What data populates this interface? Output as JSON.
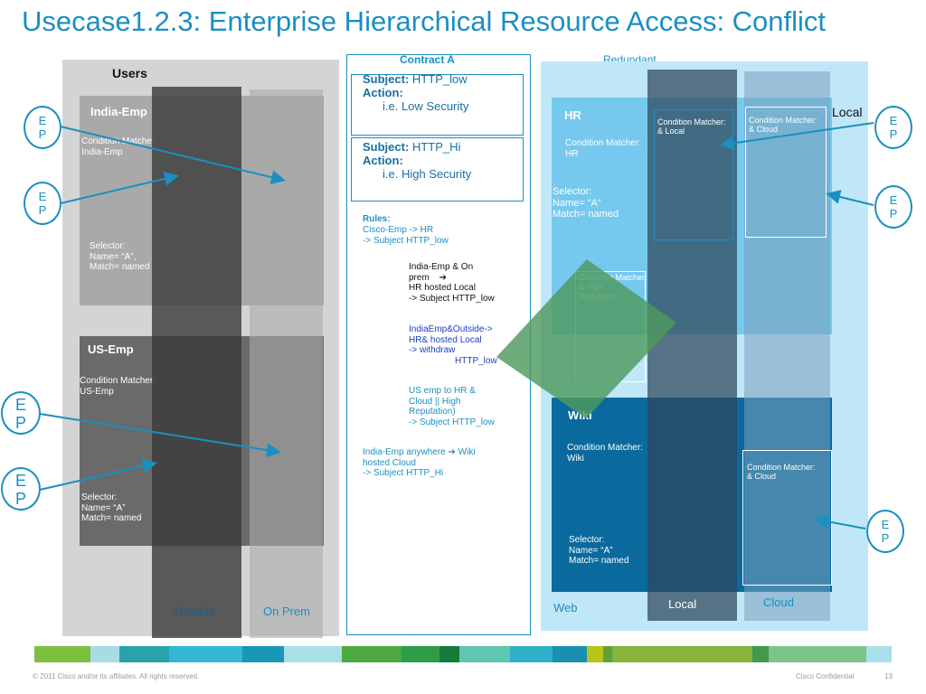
{
  "title": "Usecase1.2.3: Enterprise Hierarchical Resource Access: Conflict",
  "users": {
    "heading": "Users",
    "india": {
      "label": "India-Emp",
      "cond": [
        "Condition Matcher:",
        "India-Emp"
      ],
      "selector": [
        "Selector:",
        "Name= “A”,",
        "Match= named"
      ]
    },
    "us": {
      "label": "US-Emp",
      "cond": [
        "Condition Matcher:",
        "US-Emp"
      ],
      "selector": [
        "Selector:",
        "Name= “A”",
        "Match= named"
      ]
    },
    "outside": "Outside",
    "onprem": "On Prem"
  },
  "contract": {
    "title": "Contract A",
    "subj1": {
      "subject_label": "Subject:",
      "subject_value": "HTTP_low",
      "action_label": "Action:",
      "desc": "i.e. Low Security"
    },
    "subj2": {
      "subject_label": "Subject:",
      "subject_value": "HTTP_Hi",
      "action_label": "Action:",
      "desc": "i.e. High Security"
    },
    "rules_label": "Rules:",
    "rule1": [
      "Cisco-Emp -> HR",
      "-> Subject HTTP_low"
    ],
    "rule2": [
      "India-Emp &  On",
      "prem",
      "HR  hosted Local",
      "-> Subject HTTP_low"
    ],
    "rule3": [
      "IndiaEmp&Outside->",
      "HR&   hosted Local",
      " -> withdraw",
      "HTTP_low"
    ],
    "rule4": [
      "US emp to HR &",
      "Cloud || High",
      "Reputation)",
      "-> Subject HTTP_low"
    ],
    "rule5": [
      "India-Emp anywhere",
      "Wiki",
      "hosted Cloud",
      " -> Subject HTTP_Hi"
    ]
  },
  "resources": {
    "redundant": "Redundant",
    "local_top": "Local",
    "hr": {
      "label": "HR",
      "cond": [
        "Condition Matcher:",
        " HR"
      ],
      "selector": [
        "Selector:",
        " Name= “A”",
        "Match= named"
      ]
    },
    "local_box": [
      "Condition Matcher:",
      " & Local"
    ],
    "cloud_box": [
      "Condition Matcher:",
      "& Cloud"
    ],
    "highrep_box": [
      "Condition Matcher:",
      " & High",
      "Reputation"
    ],
    "wiki": {
      "label": "Wiki",
      "cond": [
        "Condition Matcher:",
        " Wiki"
      ],
      "selector": [
        "Selector:",
        " Name= “A”",
        "Match= named"
      ]
    },
    "wiki_cloud_box": [
      "Condition Matcher:",
      " & Cloud"
    ],
    "web": "Web",
    "local_bottom": "Local",
    "cloud_bottom": "Cloud"
  },
  "ep": {
    "e": "E",
    "p": "P"
  },
  "footer": {
    "copyright": "© 2011 Cisco and/or its affiliates. All rights reserved.",
    "confidential": "Cisco Confidential",
    "page": "13"
  },
  "colors": {
    "title": "#1a8fc2",
    "accent": "#1a8fc2",
    "green": "#4e9a5e",
    "gray_dark": "#4a4a4a",
    "light_blue": "#bfe6f7"
  }
}
